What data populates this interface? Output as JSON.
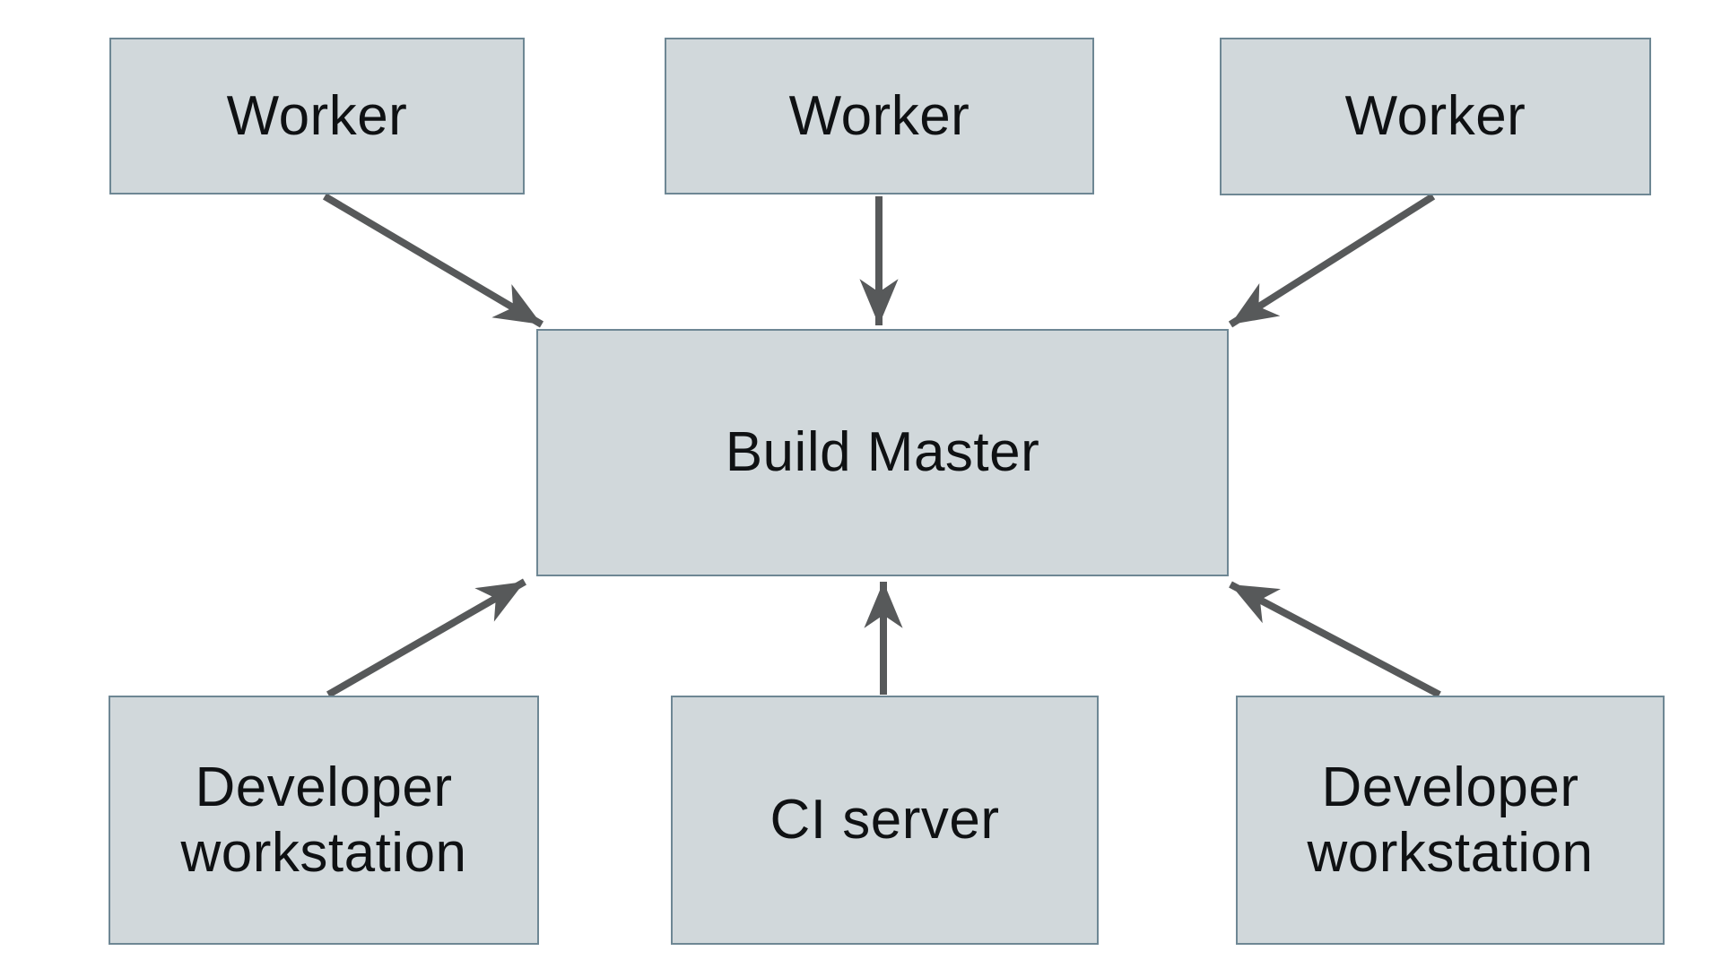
{
  "diagram": {
    "nodes": [
      {
        "id": "worker-1",
        "label": "Worker"
      },
      {
        "id": "worker-2",
        "label": "Worker"
      },
      {
        "id": "worker-3",
        "label": "Worker"
      },
      {
        "id": "build-master",
        "label": "Build Master"
      },
      {
        "id": "developer-workstation-left",
        "label": "Developer workstation"
      },
      {
        "id": "ci-server",
        "label": "CI server"
      },
      {
        "id": "developer-workstation-right",
        "label": "Developer workstation"
      }
    ],
    "edges": [
      {
        "from": "worker-1",
        "to": "build-master"
      },
      {
        "from": "worker-2",
        "to": "build-master"
      },
      {
        "from": "worker-3",
        "to": "build-master"
      },
      {
        "from": "developer-workstation-left",
        "to": "build-master"
      },
      {
        "from": "ci-server",
        "to": "build-master"
      },
      {
        "from": "developer-workstation-right",
        "to": "build-master"
      }
    ],
    "colors": {
      "node_fill": "#d1d8db",
      "node_border": "#6e8794",
      "arrow": "#57595a",
      "text": "#0f1113",
      "background": "#ffffff"
    }
  }
}
